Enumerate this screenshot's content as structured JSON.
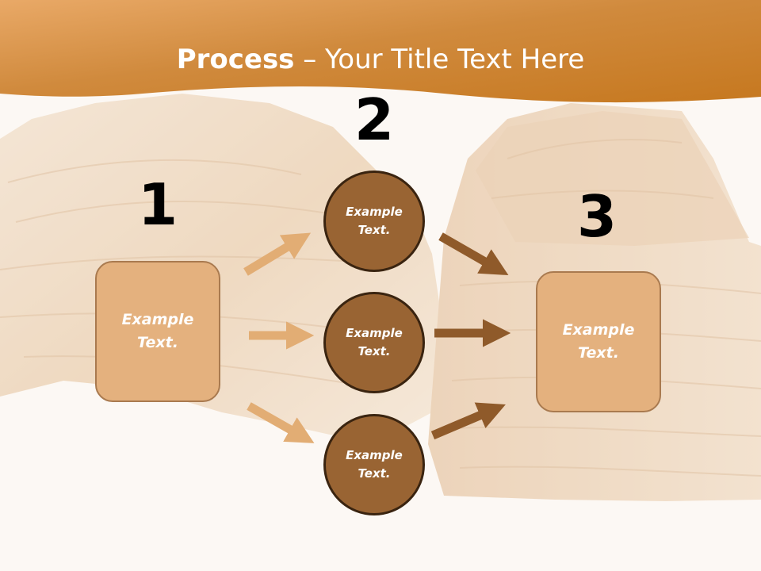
{
  "header": {
    "title_bold": "Process",
    "title_rest": " – Your Title Text Here"
  },
  "steps": {
    "one": {
      "number": "1",
      "text": "Example Text."
    },
    "two": {
      "number": "2",
      "circles": [
        {
          "text": "Example Text."
        },
        {
          "text": "Example Text."
        },
        {
          "text": "Example Text."
        }
      ]
    },
    "three": {
      "number": "3",
      "text": "Example Text."
    }
  },
  "colors": {
    "header_band": "#c97d2c",
    "box_fill": "#e4b17e",
    "circle_fill": "#996433",
    "light_arrow": "#e2ad74",
    "dark_arrow": "#8f5a2a",
    "wood_background": "#e8c9a8"
  }
}
